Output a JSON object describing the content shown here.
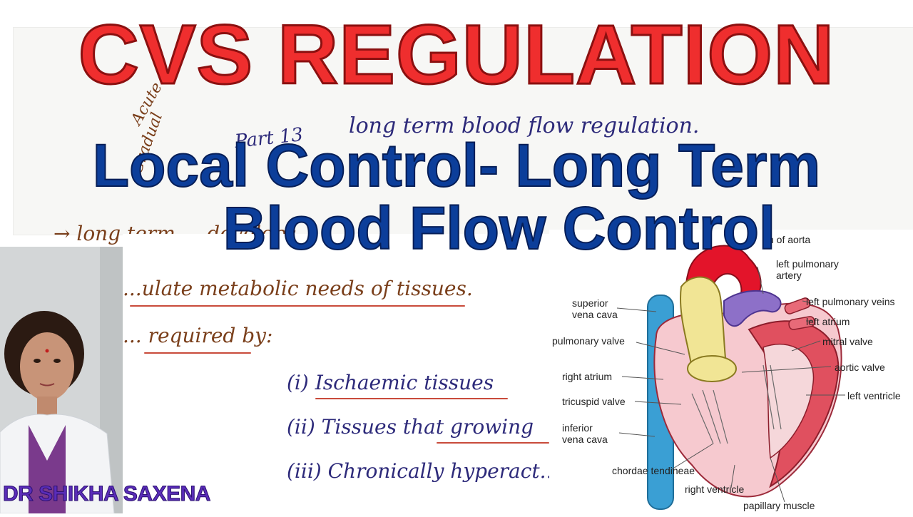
{
  "title": {
    "main": "CVS REGULATION",
    "sub_line1": "Local Control- Long Term",
    "sub_line2": "Blood Flow Control"
  },
  "author": "DR SHIKHA SAXENA",
  "notes": {
    "side_acute": "Acute",
    "side_gradual": "Gradual",
    "part": "Part 13",
    "heading": "long term blood flow regulation.",
    "arrow_line": "→ long term ... develops",
    "line2": "...ulate metabolic needs of tissues.",
    "line3": "... required by:",
    "items": [
      "(i) Ischaemic tissues",
      "(ii) Tissues that growing",
      "(iii) Chronically hyperact..."
    ]
  },
  "diagram": {
    "labels": {
      "arch_of_aorta": "ch of aorta",
      "left_pulmonary_artery": "left pulmonary\nartery",
      "superior_vena_cava": "superior\nvena cava",
      "left_pulmonary_veins": "left pulmonary veins",
      "left_atrium": "left atrium",
      "pulmonary_valve": "pulmonary valve",
      "mitral_valve": "mitral valve",
      "aortic_valve": "aortic valve",
      "right_atrium": "right atrium",
      "left_ventricle": "left ventricle",
      "tricuspid_valve": "tricuspid valve",
      "inferior_vena_cava": "inferior\nvena cava",
      "chordae_tendineae": "chordae tendineae",
      "right_ventricle": "right ventricle",
      "papillary_muscle": "papillary muscle"
    }
  },
  "colors": {
    "title_red": "#ef2e2e",
    "title_blue": "#0c3e9a",
    "author_purple": "#5a2db8"
  }
}
